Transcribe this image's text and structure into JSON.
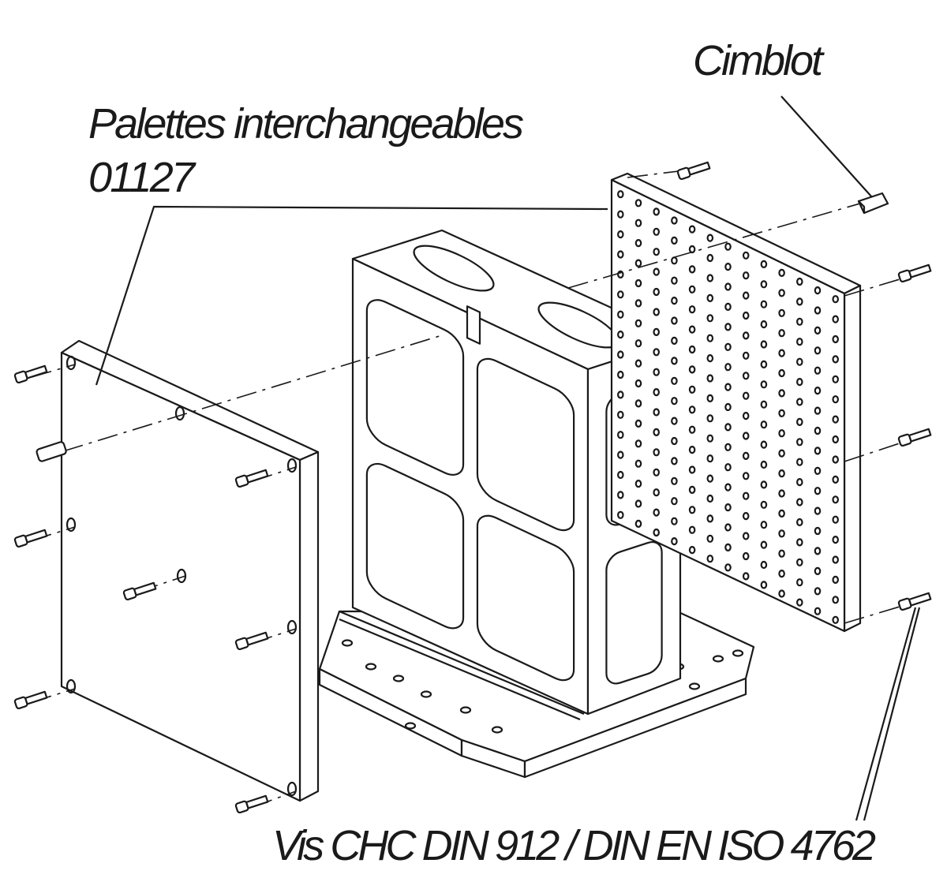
{
  "labels": {
    "cimblot": "Cimblot",
    "palettes": "Palettes interchangeables",
    "palettes_ref": "01127",
    "vis": "Vis CHC DIN 912 / DIN EN ISO 4762"
  },
  "colors": {
    "line": "#1a1a1a",
    "background": "#ffffff"
  },
  "perforated_plate": {
    "rows": 17,
    "cols": 13
  }
}
